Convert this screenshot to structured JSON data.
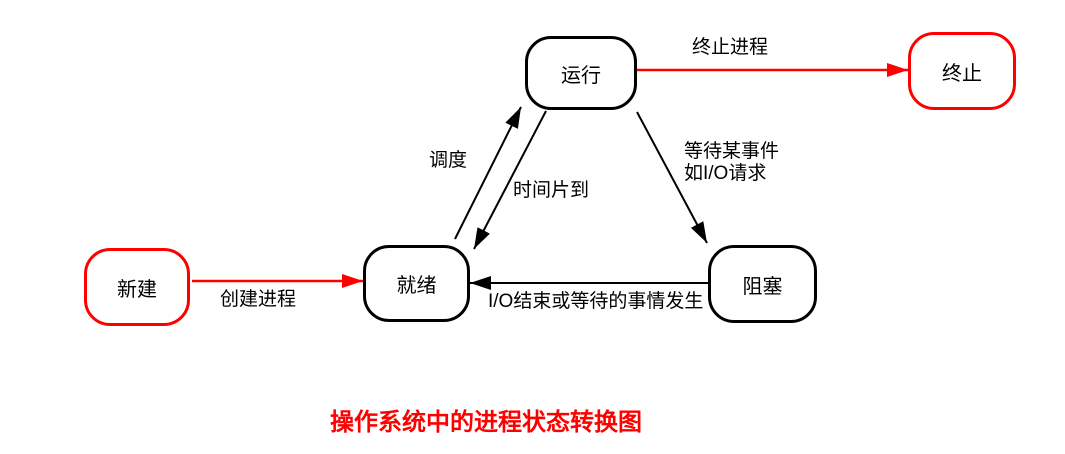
{
  "title": {
    "text": "操作系统中的进程状态转换图"
  },
  "colors": {
    "background": "#ffffff",
    "black": "#000000",
    "red": "#ff0000"
  },
  "nodes": [
    {
      "id": "new",
      "label": "新建",
      "border_color": "#ff0000"
    },
    {
      "id": "ready",
      "label": "就绪",
      "border_color": "#000000"
    },
    {
      "id": "running",
      "label": "运行",
      "border_color": "#000000"
    },
    {
      "id": "blocked",
      "label": "阻塞",
      "border_color": "#000000"
    },
    {
      "id": "terminated",
      "label": "终止",
      "border_color": "#ff0000"
    }
  ],
  "edges": [
    {
      "id": "create",
      "from": "new",
      "to": "ready",
      "label": "创建进程",
      "color": "#ff0000"
    },
    {
      "id": "dispatch",
      "from": "ready",
      "to": "running",
      "label": "调度",
      "color": "#000000"
    },
    {
      "id": "timeslice",
      "from": "running",
      "to": "ready",
      "label": "时间片到",
      "color": "#000000"
    },
    {
      "id": "terminate",
      "from": "running",
      "to": "terminated",
      "label": "终止进程",
      "color": "#ff0000"
    },
    {
      "id": "wait",
      "from": "running",
      "to": "blocked",
      "label": "等待某事件\n如I/O请求",
      "color": "#000000"
    },
    {
      "id": "io_done",
      "from": "blocked",
      "to": "ready",
      "label": "I/O结束或等待的事情发生",
      "color": "#000000"
    }
  ]
}
